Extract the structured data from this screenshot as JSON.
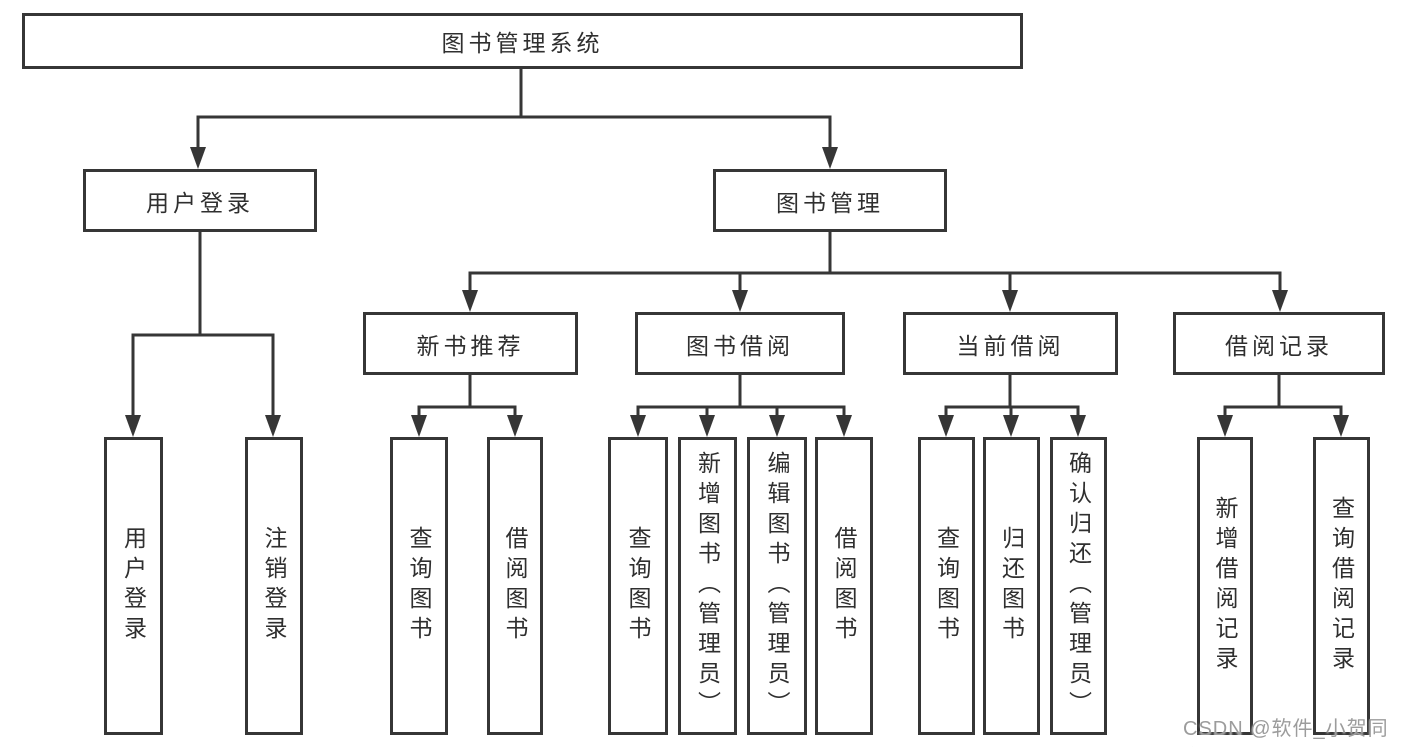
{
  "diagram": {
    "watermark": "CSDN @软件_小贺同学",
    "colors": {
      "line": "#363636",
      "border": "#363636",
      "text": "#2f2f2f",
      "background": "#ffffff",
      "watermark": "#9c9c9c"
    },
    "nodes": {
      "root": {
        "label": "图书管理系统"
      },
      "level2": [
        {
          "label": "用户登录"
        },
        {
          "label": "图书管理"
        }
      ],
      "level3": [
        {
          "label": "新书推荐",
          "parent": "图书管理"
        },
        {
          "label": "图书借阅",
          "parent": "图书管理"
        },
        {
          "label": "当前借阅",
          "parent": "图书管理"
        },
        {
          "label": "借阅记录",
          "parent": "图书管理"
        }
      ],
      "leaves": [
        {
          "label": "用户登录",
          "parent": "用户登录"
        },
        {
          "label": "注销登录",
          "parent": "用户登录"
        },
        {
          "label": "查询图书",
          "parent": "新书推荐"
        },
        {
          "label": "借阅图书",
          "parent": "新书推荐"
        },
        {
          "label": "查询图书",
          "parent": "图书借阅"
        },
        {
          "label": "新增图书（管理员）",
          "parent": "图书借阅"
        },
        {
          "label": "编辑图书（管理员）",
          "parent": "图书借阅"
        },
        {
          "label": "借阅图书",
          "parent": "图书借阅"
        },
        {
          "label": "查询图书",
          "parent": "当前借阅"
        },
        {
          "label": "归还图书",
          "parent": "当前借阅"
        },
        {
          "label": "确认归还（管理员）",
          "parent": "当前借阅"
        },
        {
          "label": "新增借阅记录",
          "parent": "借阅记录"
        },
        {
          "label": "查询借阅记录",
          "parent": "借阅记录"
        }
      ]
    }
  }
}
